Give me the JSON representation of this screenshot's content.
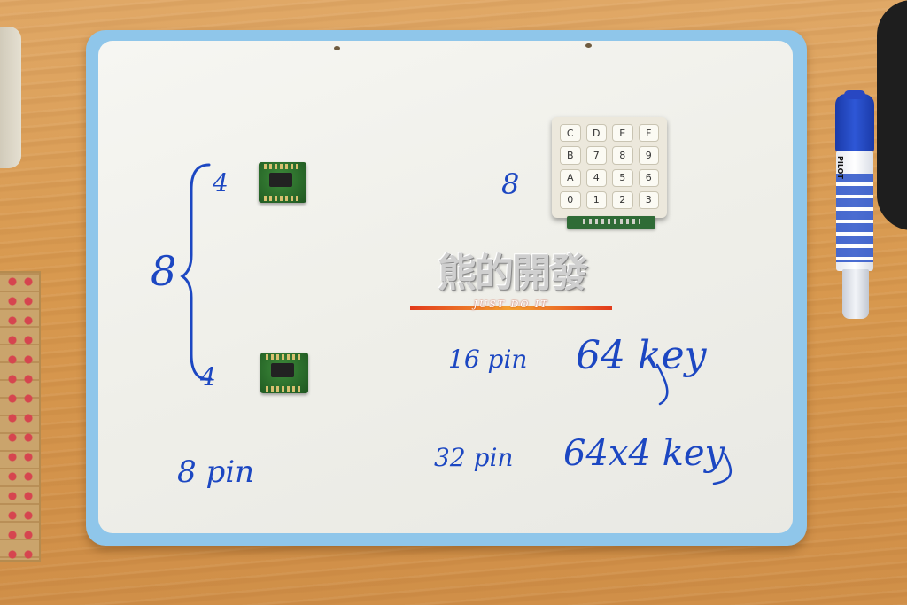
{
  "whiteboard": {
    "left_group": {
      "top_count": "4",
      "bottom_count": "4",
      "total": "8",
      "pin_label": "8 pin"
    },
    "right_group": {
      "keypad_count": "8",
      "row1_pin": "16 pin",
      "row1_keys": "64 key",
      "row2_pin": "32 pin",
      "row2_keys": "64x4 key"
    }
  },
  "keypad": {
    "keys": [
      "C",
      "D",
      "E",
      "F",
      "B",
      "7",
      "8",
      "9",
      "A",
      "4",
      "5",
      "6",
      "0",
      "1",
      "2",
      "3"
    ]
  },
  "watermark": {
    "main": "熊的開發",
    "sub": "JUST DO IT"
  },
  "marker": {
    "brand": "PILOT"
  },
  "colors": {
    "ink": "#1c47c2",
    "board_frame": "#8fc6ea",
    "desk": "#d8994f",
    "module_pcb": "#2a6b2a"
  }
}
